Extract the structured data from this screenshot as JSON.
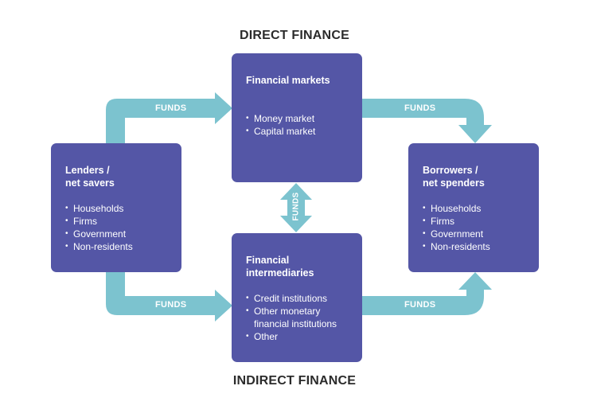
{
  "headings": {
    "direct": "DIRECT FINANCE",
    "indirect": "INDIRECT FINANCE"
  },
  "lenders": {
    "title_line1": "Lenders /",
    "title_line2": "net savers",
    "items": [
      "Households",
      "Firms",
      "Government",
      "Non-residents"
    ]
  },
  "borrowers": {
    "title_line1": "Borrowers /",
    "title_line2": "net spenders",
    "items": [
      "Households",
      "Firms",
      "Government",
      "Non-residents"
    ]
  },
  "markets": {
    "title": "Financial markets",
    "items": [
      "Money market",
      "Capital market"
    ]
  },
  "intermediaries": {
    "title_line1": "Financial",
    "title_line2": "intermediaries",
    "items": [
      "Credit institutions",
      "Other monetary",
      "Other"
    ],
    "item2_continuation": "financial institutions"
  },
  "arrows": {
    "top_left": "FUNDS",
    "top_right": "FUNDS",
    "bottom_left": "FUNDS",
    "bottom_right": "FUNDS",
    "middle": "FUNDS"
  },
  "colors": {
    "box": "#5456a6",
    "arrow": "#7cc3cf",
    "heading": "#2b2b2b",
    "background": "#ffffff"
  }
}
